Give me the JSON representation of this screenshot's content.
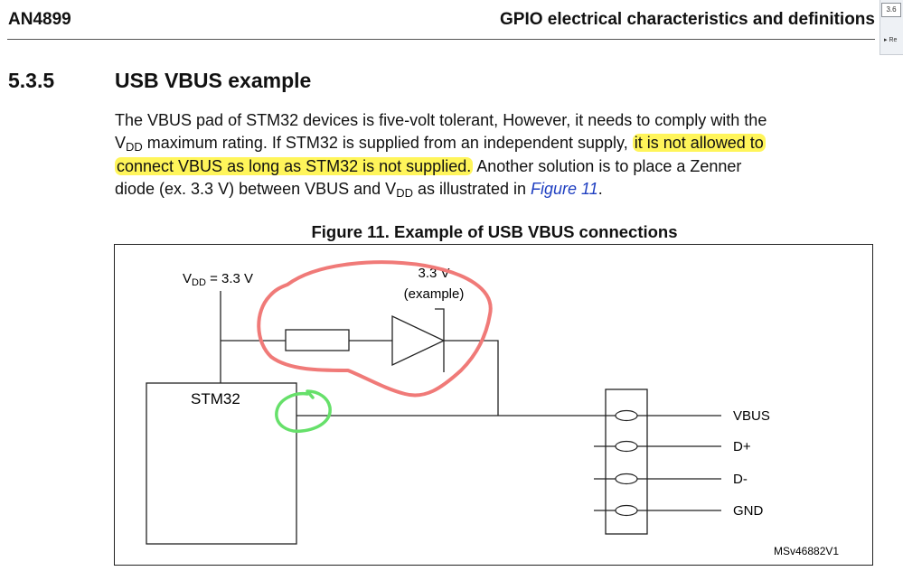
{
  "header": {
    "doc_id": "AN4899",
    "chapter_title": "GPIO electrical characteristics and definitions"
  },
  "side_panel": {
    "page_indicator": "3.6",
    "link_text": "▸ Re"
  },
  "section": {
    "number": "5.3.5",
    "title": "USB VBUS example"
  },
  "paragraph": {
    "s1": "The VBUS pad of STM32 devices is five-volt tolerant, However, it needs to comply with the",
    "v1": "V",
    "dd1": "DD",
    "s2": " maximum rating. If STM32 is supplied from an independent supply, ",
    "highlight_1": "it is not allowed to",
    "highlight_2": "connect VBUS as long as STM32 is not supplied.",
    "s3": " Another solution is to place a Zenner",
    "s4": "diode (ex. 3.3 V) between VBUS and V",
    "dd2": "DD",
    "s5": " as illustrated in ",
    "figure_link": "Figure 11",
    "s6": "."
  },
  "figure": {
    "caption": "Figure 11. Example of USB VBUS connections",
    "vdd_label_v": "V",
    "vdd_label_sub": "DD",
    "vdd_label_value": " = 3.3 V",
    "zener_voltage": "3.3 V",
    "zener_note": "(example)",
    "mcu_label": "STM32",
    "pins": [
      "VBUS",
      "D+",
      "D-",
      "GND"
    ],
    "code": "MSv46882V1",
    "annotation_colors": {
      "red_circle": "#f07a78",
      "green_circle": "#66e06a"
    }
  }
}
